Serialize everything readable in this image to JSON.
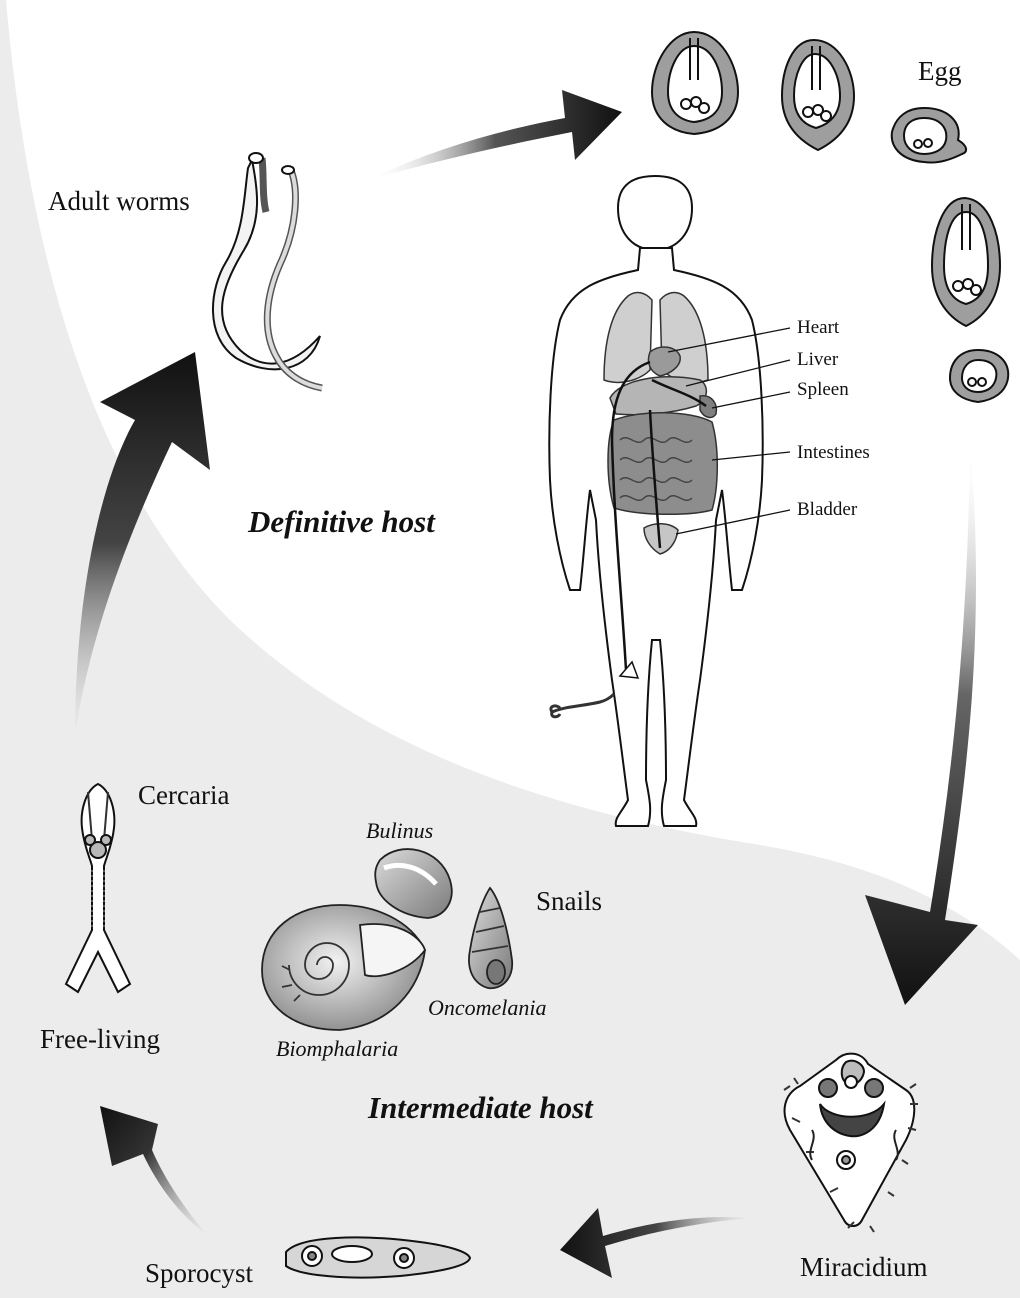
{
  "labels": {
    "adult_worms": "Adult worms",
    "egg": "Egg",
    "heart": "Heart",
    "liver": "Liver",
    "spleen": "Spleen",
    "intestines": "Intestines",
    "bladder": "Bladder",
    "definitive_host": "Definitive host",
    "cercaria": "Cercaria",
    "free_living": "Free-living",
    "snails": "Snails",
    "bulinus": "Bulinus",
    "oncomelania": "Oncomelania",
    "biomphalaria": "Biomphalaria",
    "intermediate_host": "Intermediate host",
    "miracidium": "Miracidium",
    "sporocyst": "Sporocyst"
  }
}
